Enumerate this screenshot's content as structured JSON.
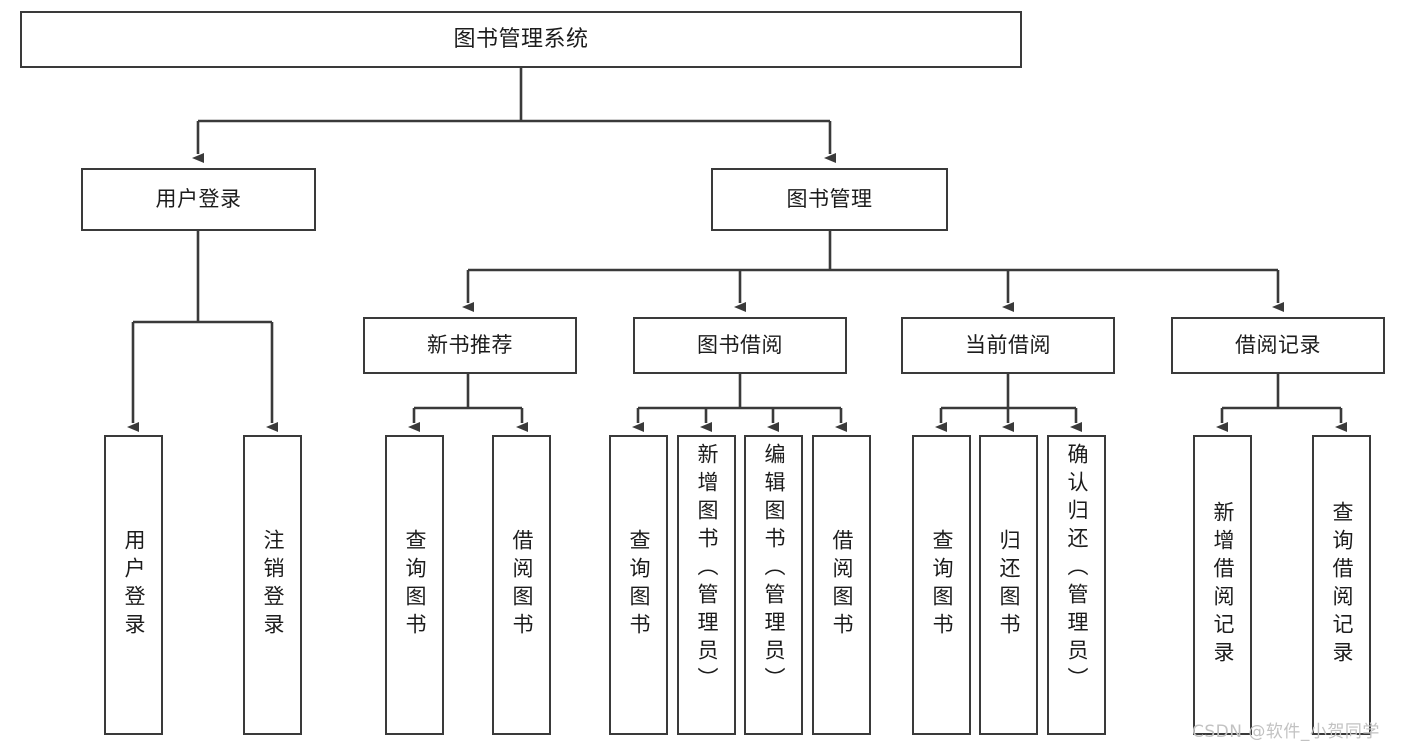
{
  "diagram": {
    "title": "图书管理系统",
    "type": "功能结构图",
    "watermark": "CSDN @软件_小贺同学"
  },
  "nodes": {
    "root": {
      "label": "图书管理系统"
    },
    "level2": [
      {
        "id": "user-login",
        "label": "用户登录"
      },
      {
        "id": "book-manage",
        "label": "图书管理"
      }
    ],
    "level3": [
      {
        "id": "new-book-recommend",
        "label": "新书推荐"
      },
      {
        "id": "book-borrow",
        "label": "图书借阅"
      },
      {
        "id": "current-borrow",
        "label": "当前借阅"
      },
      {
        "id": "borrow-record",
        "label": "借阅记录"
      }
    ],
    "leaves": {
      "user_login": [
        {
          "id": "leaf-user-login",
          "label": "用户登录"
        },
        {
          "id": "leaf-logout",
          "label": "注销登录"
        }
      ],
      "new_book_recommend": [
        {
          "id": "leaf-query-book-1",
          "label": "查询图书"
        },
        {
          "id": "leaf-borrow-book-1",
          "label": "借阅图书"
        }
      ],
      "book_borrow": [
        {
          "id": "leaf-query-book-2",
          "label": "查询图书"
        },
        {
          "id": "leaf-add-book",
          "label": "新增图书（管理员）"
        },
        {
          "id": "leaf-edit-book",
          "label": "编辑图书（管理员）"
        },
        {
          "id": "leaf-borrow-book-2",
          "label": "借阅图书"
        }
      ],
      "current_borrow": [
        {
          "id": "leaf-query-book-3",
          "label": "查询图书"
        },
        {
          "id": "leaf-return-book",
          "label": "归还图书"
        },
        {
          "id": "leaf-confirm-return",
          "label": "确认归还（管理员）"
        }
      ],
      "borrow_record": [
        {
          "id": "leaf-add-record",
          "label": "新增借阅记录"
        },
        {
          "id": "leaf-query-record",
          "label": "查询借阅记录"
        }
      ]
    }
  },
  "colors": {
    "stroke": "#3a3a3a",
    "background": "#ffffff",
    "text": "#1c1c1c",
    "watermark": "#c2c2c2"
  }
}
